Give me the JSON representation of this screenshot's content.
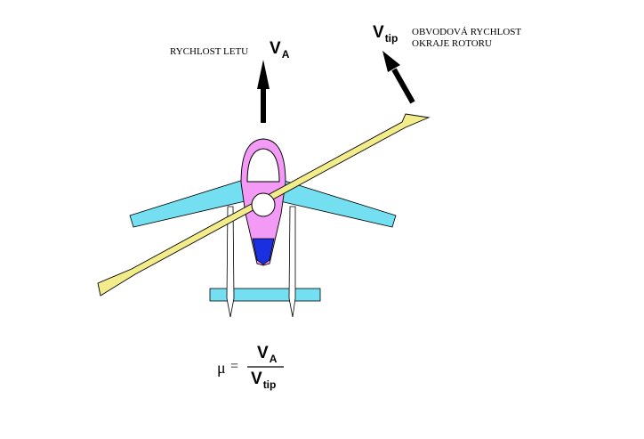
{
  "airspeed_label": "RYCHLOST  LETU",
  "airspeed_symbol": {
    "main": "V",
    "sub": "A"
  },
  "tip_symbol": {
    "main": "V",
    "sub": "tip"
  },
  "tip_label_line1": "OBVODOVÁ  RYCHLOST",
  "tip_label_line2": "OKRAJE  ROTORU",
  "formula": {
    "mu": "μ",
    "equals": "=",
    "numerator": {
      "main": "V",
      "sub": "A"
    },
    "denominator": {
      "main": "V",
      "sub": "tip"
    }
  },
  "colors": {
    "wing": "#74dff0",
    "fuselage": "#f29af5",
    "nose": "#1a2fe0",
    "rotor": "#f2ec8a",
    "arrow": "#000000",
    "strut": "#ffffff"
  }
}
